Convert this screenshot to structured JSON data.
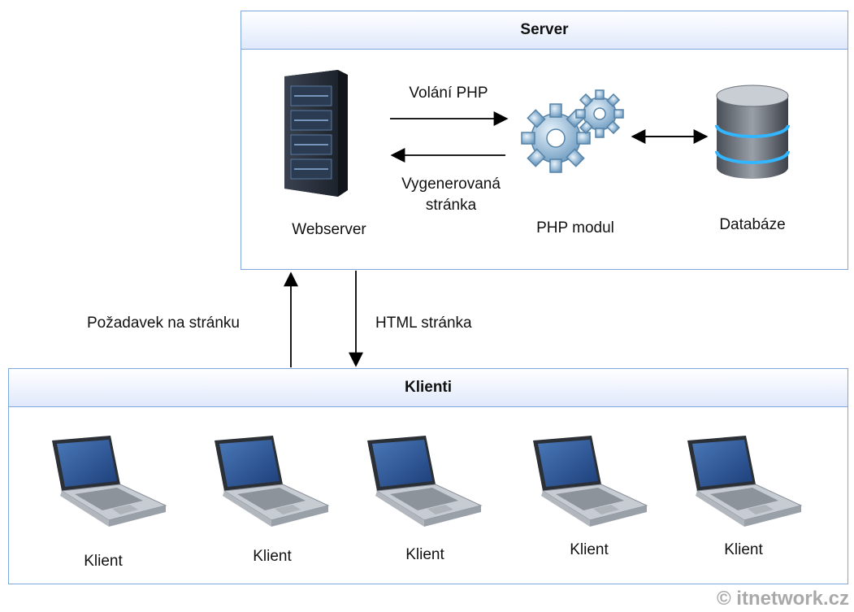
{
  "server": {
    "title": "Server"
  },
  "webserver": {
    "label": "Webserver",
    "icon": "server-rack-icon"
  },
  "php_module": {
    "label": "PHP modul",
    "icon": "gears-icon"
  },
  "database": {
    "label": "Databáze",
    "icon": "database-icon"
  },
  "edges": {
    "php_call": "Volání PHP",
    "generated_page_line1": "Vygenerovaná",
    "generated_page_line2": "stránka",
    "page_request": "Požadavek na stránku",
    "html_page": "HTML stránka"
  },
  "clients": {
    "title": "Klienti",
    "items": [
      {
        "label": "Klient",
        "icon": "laptop-icon"
      },
      {
        "label": "Klient",
        "icon": "laptop-icon"
      },
      {
        "label": "Klient",
        "icon": "laptop-icon"
      },
      {
        "label": "Klient",
        "icon": "laptop-icon"
      },
      {
        "label": "Klient",
        "icon": "laptop-icon"
      }
    ]
  },
  "watermark": "© itnetwork.cz",
  "colors": {
    "panel_border": "#7ea6e0",
    "panel_header": "#dfe9fb"
  }
}
